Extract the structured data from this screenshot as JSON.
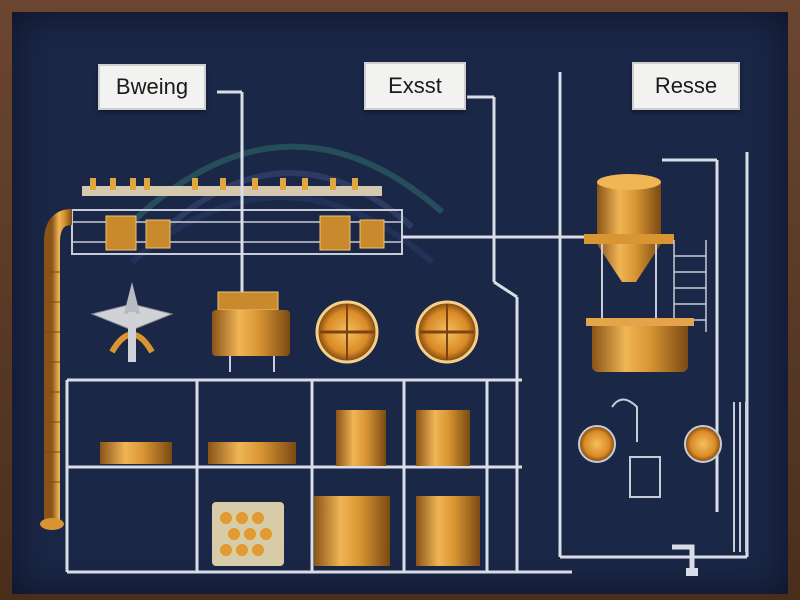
{
  "sections": [
    {
      "id": "brewing",
      "label": "Bweing"
    },
    {
      "id": "exsst",
      "label": "Exsst"
    },
    {
      "id": "resse",
      "label": "Resse"
    }
  ],
  "colors": {
    "background": "#1b2747",
    "pipe": "#d9dde6",
    "copper": "#d99532",
    "copper_dark": "#8a5418",
    "frame": "#6b4630"
  }
}
